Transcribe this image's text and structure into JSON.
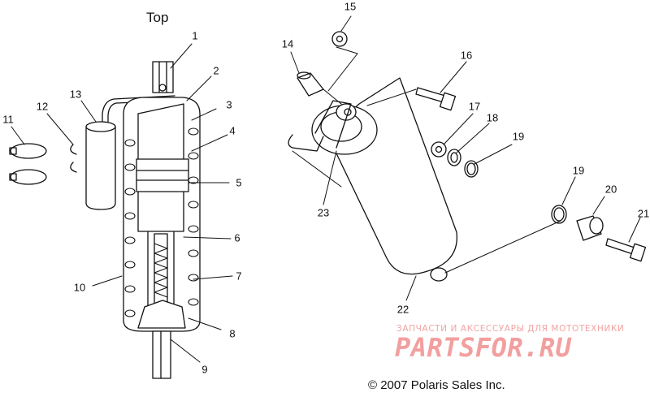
{
  "diagram": {
    "heading": "Top",
    "callouts": [
      "1",
      "2",
      "3",
      "4",
      "5",
      "6",
      "7",
      "8",
      "9",
      "10",
      "11",
      "12",
      "13",
      "14",
      "15",
      "16",
      "17",
      "18",
      "19",
      "19",
      "20",
      "21",
      "22",
      "23"
    ],
    "watermark": {
      "subtitle": "ЗАПЧАСТИ И АКСЕССУАРЫ ДЛЯ МОТОТЕХНИКИ",
      "brand": "PARTSFOR.RU"
    },
    "copyright": "© 2007 Polaris Sales Inc."
  }
}
